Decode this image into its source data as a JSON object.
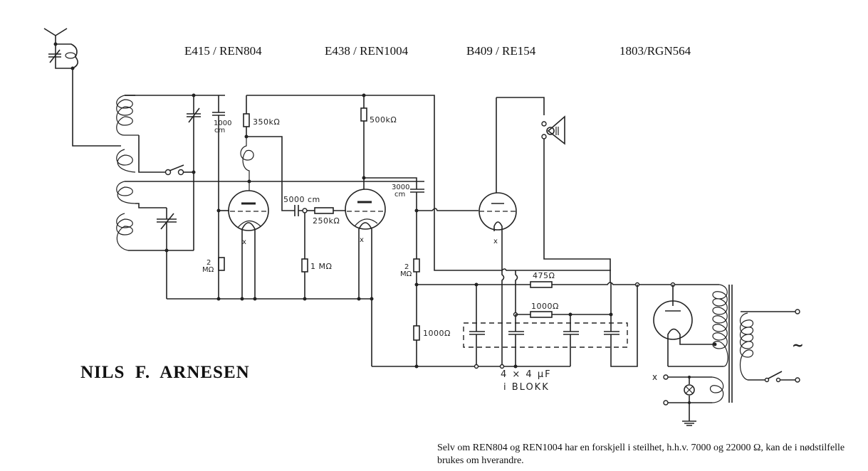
{
  "title_tubes": [
    {
      "label": "E415 / REN804"
    },
    {
      "label": "E438 / REN1004"
    },
    {
      "label": "B409 / RE154"
    },
    {
      "label": "1803/RGN564"
    }
  ],
  "author": "NILS  F.  ARNESEN",
  "note": "Selv om REN804 og REN1004 har en forskjell i steilhet, h.h.v. 7000 og 22000 Ω, kan de i nødstilfelle brukes om hverandre.",
  "components": {
    "c_1000cm_top": "1000",
    "c_1000cm_unit": "cm",
    "r_350k": "350kΩ",
    "r_500k": "500kΩ",
    "c_5000cm": "5000 cm",
    "r_250k": "250kΩ",
    "c_3000cm_top": "3000",
    "c_3000cm_unit": "cm",
    "r_2M_a_top": "2",
    "r_2M_a_unit": "MΩ",
    "r_1M": "1 MΩ",
    "r_2M_b_top": "2",
    "r_2M_b_unit": "MΩ",
    "r_475": "475Ω",
    "r_1000_a": "1000Ω",
    "r_1000_b": "1000Ω",
    "cap_block_line1": "4 × 4 μF",
    "cap_block_line2": "i BLOKK",
    "filament_mark": "x",
    "ac_symbol": "~"
  }
}
